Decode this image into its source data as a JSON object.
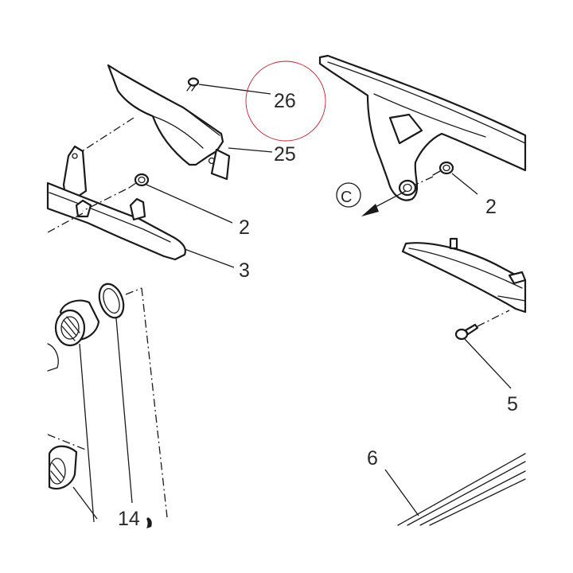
{
  "callouts": {
    "c26": "26",
    "c25": "25",
    "c2a": "2",
    "c3": "3",
    "c2b": "2",
    "cC": "C",
    "c5": "5",
    "c6": "6",
    "c14": "14"
  },
  "colors": {
    "line": "#1a1a1a",
    "text": "#2a2a2a",
    "highlight_circle": "#c0202c"
  }
}
